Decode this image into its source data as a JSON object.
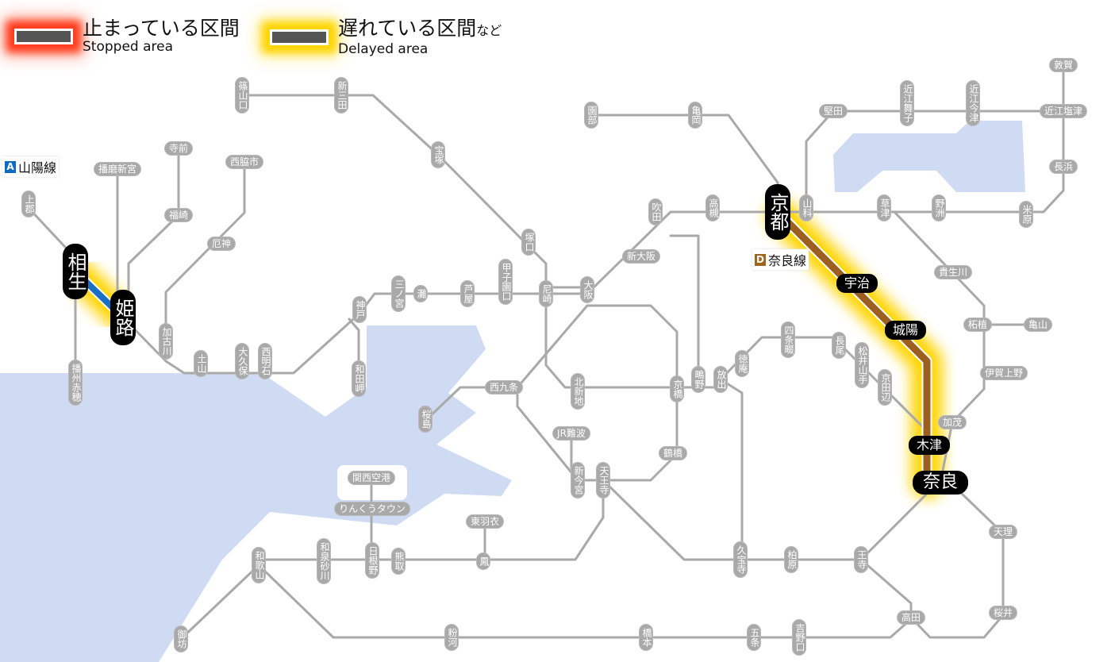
{
  "legend": {
    "stopped": {
      "jp": "止まっている区間",
      "en": "Stopped area",
      "color": "#ff3a1a"
    },
    "delayed": {
      "jp": "遅れている区間",
      "jp_suffix": "など",
      "en": "Delayed area",
      "color": "#ffd400"
    }
  },
  "line_labels": [
    {
      "badge": "A",
      "name": "山陽線",
      "color": "#0a6cc0"
    },
    {
      "badge": "D",
      "name": "奈良線",
      "color": "#a0641e"
    }
  ],
  "colors": {
    "track": "#a9a9a9",
    "water": "#cfdaf3",
    "sanyo_delay": "#1a6fc2",
    "nara_delay": "#9c5f1f",
    "glow": "#ffd400"
  },
  "delayed_sections": [
    {
      "line": "山陽線",
      "from": "相生",
      "to": "姫路",
      "status": "delayed"
    },
    {
      "line": "奈良線",
      "from": "京都",
      "to": "奈良",
      "status": "delayed"
    }
  ],
  "stations": [
    {
      "name": "篠山口",
      "dir": "v"
    },
    {
      "name": "新三田",
      "dir": "v"
    },
    {
      "name": "宝塚",
      "dir": "v"
    },
    {
      "name": "播磨新宮",
      "dir": "h"
    },
    {
      "name": "寺前",
      "dir": "h"
    },
    {
      "name": "西脇市",
      "dir": "h"
    },
    {
      "name": "上郡",
      "dir": "v"
    },
    {
      "name": "福崎",
      "dir": "h"
    },
    {
      "name": "厄神",
      "dir": "h"
    },
    {
      "name": "相生",
      "dir": "v",
      "affected": true,
      "big": true
    },
    {
      "name": "姫路",
      "dir": "v",
      "affected": true,
      "big": true
    },
    {
      "name": "加古川",
      "dir": "v"
    },
    {
      "name": "土山",
      "dir": "v"
    },
    {
      "name": "大久保",
      "dir": "v"
    },
    {
      "name": "西明石",
      "dir": "v"
    },
    {
      "name": "播州赤穂",
      "dir": "v"
    },
    {
      "name": "神戸",
      "dir": "v"
    },
    {
      "name": "三ノ宮",
      "dir": "v"
    },
    {
      "name": "灘",
      "dir": "v"
    },
    {
      "name": "芦屋",
      "dir": "v"
    },
    {
      "name": "甲子園口",
      "dir": "v"
    },
    {
      "name": "尼崎",
      "dir": "v"
    },
    {
      "name": "大阪",
      "dir": "v"
    },
    {
      "name": "和田岬",
      "dir": "v"
    },
    {
      "name": "塚口",
      "dir": "v"
    },
    {
      "name": "吹田",
      "dir": "v"
    },
    {
      "name": "高槻",
      "dir": "v"
    },
    {
      "name": "新大阪",
      "dir": "h"
    },
    {
      "name": "園部",
      "dir": "v"
    },
    {
      "name": "亀岡",
      "dir": "v"
    },
    {
      "name": "京都",
      "dir": "v",
      "affected": true,
      "big": true
    },
    {
      "name": "山科",
      "dir": "v"
    },
    {
      "name": "堅田",
      "dir": "h"
    },
    {
      "name": "近江舞子",
      "dir": "v"
    },
    {
      "name": "近江今津",
      "dir": "v"
    },
    {
      "name": "敦賀",
      "dir": "h"
    },
    {
      "name": "近江塩津",
      "dir": "h"
    },
    {
      "name": "長浜",
      "dir": "h"
    },
    {
      "name": "草津",
      "dir": "v"
    },
    {
      "name": "野洲",
      "dir": "v"
    },
    {
      "name": "米原",
      "dir": "v"
    },
    {
      "name": "貴生川",
      "dir": "h"
    },
    {
      "name": "柘植",
      "dir": "h"
    },
    {
      "name": "亀山",
      "dir": "h"
    },
    {
      "name": "伊賀上野",
      "dir": "h"
    },
    {
      "name": "宇治",
      "dir": "h",
      "affected": true
    },
    {
      "name": "城陽",
      "dir": "h",
      "affected": true
    },
    {
      "name": "四条畷",
      "dir": "v"
    },
    {
      "name": "長尾",
      "dir": "v"
    },
    {
      "name": "松井山手",
      "dir": "v"
    },
    {
      "name": "京田辺",
      "dir": "v"
    },
    {
      "name": "加茂",
      "dir": "h"
    },
    {
      "name": "木津",
      "dir": "h",
      "affected": true
    },
    {
      "name": "奈良",
      "dir": "h",
      "affected": true,
      "big": true
    },
    {
      "name": "西九条",
      "dir": "h"
    },
    {
      "name": "北新地",
      "dir": "v"
    },
    {
      "name": "京橋",
      "dir": "v"
    },
    {
      "name": "鴫野",
      "dir": "v"
    },
    {
      "name": "放出",
      "dir": "v"
    },
    {
      "name": "徳庵",
      "dir": "v"
    },
    {
      "name": "桜島",
      "dir": "v"
    },
    {
      "name": "JR難波",
      "dir": "h"
    },
    {
      "name": "鶴橋",
      "dir": "h"
    },
    {
      "name": "新今宮",
      "dir": "v"
    },
    {
      "name": "天王寺",
      "dir": "v"
    },
    {
      "name": "関西空港",
      "dir": "h"
    },
    {
      "name": "りんくうタウン",
      "dir": "h"
    },
    {
      "name": "東羽衣",
      "dir": "h"
    },
    {
      "name": "和歌山",
      "dir": "v"
    },
    {
      "name": "和泉砂川",
      "dir": "v"
    },
    {
      "name": "日根野",
      "dir": "v"
    },
    {
      "name": "熊取",
      "dir": "v"
    },
    {
      "name": "鳳",
      "dir": "v"
    },
    {
      "name": "御坊",
      "dir": "v"
    },
    {
      "name": "粉河",
      "dir": "v"
    },
    {
      "name": "橋本",
      "dir": "v"
    },
    {
      "name": "五条",
      "dir": "v"
    },
    {
      "name": "吉野口",
      "dir": "v"
    },
    {
      "name": "久宝寺",
      "dir": "v"
    },
    {
      "name": "柏原",
      "dir": "v"
    },
    {
      "name": "王寺",
      "dir": "v"
    },
    {
      "name": "高田",
      "dir": "h"
    },
    {
      "name": "天理",
      "dir": "h"
    },
    {
      "name": "桜井",
      "dir": "h"
    }
  ]
}
